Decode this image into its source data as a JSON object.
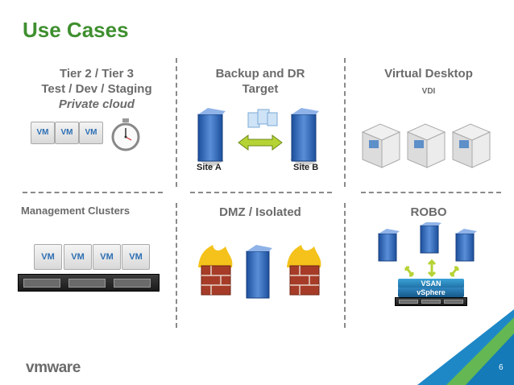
{
  "slide": {
    "title": "Use Cases",
    "page_number": "6",
    "logo_text": "vmware"
  },
  "cells": {
    "tier": {
      "line1": "Tier 2 / Tier 3",
      "line2": "Test / Dev / Staging",
      "line3": "Private cloud",
      "vm_labels": [
        "VM",
        "VM",
        "VM"
      ]
    },
    "backup": {
      "line1": "Backup and DR",
      "line2": "Target",
      "site_a": "Site A",
      "site_b": "Site B"
    },
    "vdi": {
      "line1": "Virtual Desktop",
      "sub": "VDI"
    },
    "mgmt": {
      "title": "Management Clusters",
      "vm_labels": [
        "VM",
        "VM",
        "VM",
        "VM"
      ]
    },
    "dmz": {
      "title": "DMZ / Isolated"
    },
    "robo": {
      "title": "ROBO",
      "vsan": "VSAN",
      "vsphere": "vSphere"
    }
  },
  "colors": {
    "title_green": "#3f8f2f",
    "heading_gray": "#6b6b6b",
    "accent_blue": "#1e88c7",
    "accent_green": "#6cbd45"
  }
}
